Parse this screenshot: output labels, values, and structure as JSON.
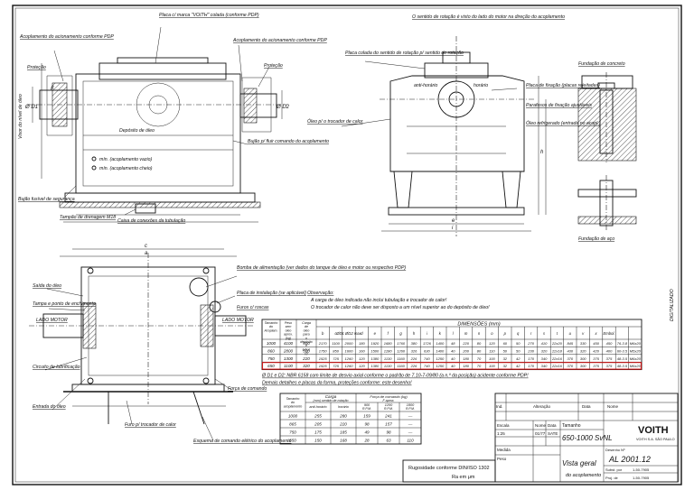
{
  "drawing": {
    "side_view_labels": {
      "seal": "Placa c/ marca \"VOITH\" colada (conforme PDP)",
      "coupling_guard": "Acoplamento do acionamento conforme PDP",
      "protection_left": "Proteção",
      "motor_coupling": "Acoplamento do acionamento conforme PDP",
      "protection_right": "Proteção",
      "oil_tank": "Depósito de óleo",
      "min_empty": "mín. (acoplamento vazio)",
      "min_full": "mín. (acoplamento cheio)",
      "filler_cap": "Bujão p/ fluir comando do acoplamento",
      "fusible_plug": "Bujão fusível de segurança",
      "oil_drain": "Tampão de drenagem M18",
      "terminal_box": "Caixa de conexões da tubulação",
      "oil_level": "Visor do nível de óleo",
      "f_label": "F",
      "d1_label": "Ø D1",
      "d2_label": "Ø D2"
    },
    "front_view_labels": {
      "rotation_note": "O sentido de rotação é visto do lado do motor na direção do acoplamento",
      "bracket": "Placa colada do sentido de rotação p/ sentido de rotação",
      "oil_cooler": "Óleo p/ o trocador de calor",
      "anti_clock": "anti-horário",
      "clock": "horário",
      "bolt_plate": "Placa de fixação (placas rejeitadas)",
      "dowel": "Parafusos de fixação ajustáveis",
      "oil_cooled": "Óleo refrigerado (entrada no acopl.)",
      "foundation_concrete": "Fundação de concreto",
      "foundation_steel": "Fundação de aço"
    },
    "plan_view_labels": {
      "power_supply": "Bomba de alimentação (ver dados do tanque de óleo e motor ou respectivo PDP)",
      "oil_outlet": "Saída do óleo",
      "fill_connection": "Tampa e ponto de enchimento",
      "lado_motor_left": "LADO MOTOR",
      "lado_motor_right": "LADO MOTOR",
      "plate_marking": "Placa de instalação (se aplicável)",
      "lubrication_circuit": "Circuito de lubrificação",
      "oil_inlet": "Entrada do óleo",
      "fixing_screws": "Furos c/ roscas",
      "control_force": "Força de comando",
      "electric_control": "Esquema de comando elétrico do acoplamento",
      "cooler_ref": "Furo p/ trocador de calor",
      "note_title": "Observação:",
      "note_1": "A carga de óleo indicada não inclui tubulação e trocador de calor!",
      "note_2": "O trocador de calor não deve ser disposto a um nível superior ao do depósito de óleo!"
    },
    "digitalizado": "DIGITALIZADO"
  },
  "dimension_table": {
    "title": "DIMENSÕES (mm)",
    "head_left": [
      "Tamanho do Acoplam.",
      "Peso sem óleo aprox. (kg)",
      "Carga de óleo para o depósito e tubul. (l)"
    ],
    "head_cols": [
      "b",
      "c",
      "ØD1 ØD2 max",
      "d",
      "e",
      "f",
      "g",
      "h",
      "i",
      "k",
      "l",
      "m",
      "n",
      "o",
      "p",
      "q",
      "r",
      "s",
      "t",
      "u",
      "v",
      "x",
      "Embol."
    ],
    "rows": [
      {
        "size": "1000",
        "weight": "4100",
        "oil": "500",
        "cells": [
          "2170",
          "1100",
          "2000",
          "180",
          "1920",
          "1680",
          "1760",
          "380",
          "1726",
          "1400",
          "48",
          "220",
          "80",
          "120",
          "60",
          "50",
          "270",
          "410",
          "22x20",
          "845",
          "330",
          "450",
          "450",
          "76-3.8",
          "M6x20"
        ],
        "highlight": false
      },
      {
        "size": "860",
        "weight": "2800",
        "oil": "500",
        "cells": [
          "1750",
          "850",
          "1600",
          "160",
          "1500",
          "1280",
          "1260",
          "326",
          "630",
          "1400",
          "40",
          "200",
          "80",
          "110",
          "50",
          "50",
          "230",
          "320",
          "22x18",
          "430",
          "320",
          "420",
          "400",
          "60-3.5",
          "M5x20"
        ],
        "highlight": false
      },
      {
        "size": "750",
        "weight": "1300",
        "oil": "220",
        "cells": [
          "1525",
          "725",
          "1260",
          "120",
          "1380",
          "1130",
          "1160",
          "226",
          "740",
          "1250",
          "40",
          "180",
          "70",
          "100",
          "32",
          "42",
          "170",
          "340",
          "22x16",
          "370",
          "300",
          "375",
          "375",
          "48-3.5",
          "M6x20"
        ],
        "highlight": false
      },
      {
        "size": "650",
        "weight": "1100",
        "oil": "320",
        "cells": [
          "1525",
          "725",
          "1260",
          "120",
          "1380",
          "1130",
          "1160",
          "226",
          "740",
          "1250",
          "40",
          "180",
          "70",
          "100",
          "32",
          "42",
          "170",
          "340",
          "22x16",
          "370",
          "300",
          "375",
          "375",
          "48-3.5",
          "M6x20"
        ],
        "highlight": true
      }
    ],
    "footnote_1": "Ø D1 e D2: NBR 6158 com limite de desvio axial conforme o padrão de 7.10-7-09/80 (a n.º da posição) acidente conforme PDP!",
    "footnote_2": "Demais detalhes e placas da forma, proteções conforme: este desenho!"
  },
  "force_table": {
    "col1": "Tamanho do acoplamento",
    "carga_title": "Carga (mm) sentido de rotação",
    "carga_cols": [
      "anti-horário",
      "horário"
    ],
    "force_title": "Força de comando (kg) F aprox.",
    "force_cols": [
      "900 R.P.M.",
      "1200 R.P.M.",
      "1800 R.P.M."
    ],
    "rows": [
      [
        "1000",
        "255",
        "280",
        "159",
        "241",
        "—"
      ],
      [
        "865",
        "205",
        "220",
        "98",
        "157",
        "—"
      ],
      [
        "750",
        "175",
        "185",
        "49",
        "98",
        "—"
      ],
      [
        "650",
        "150",
        "168",
        "28",
        "63",
        "110"
      ]
    ]
  },
  "title_block": {
    "rugosidade": "Rugosidade conforme DIN/ISO 1302",
    "rugosidade_sym": "Ra em μm",
    "tamanho_label": "Tamanho",
    "tamanho_value": "650-1000 SvNL",
    "vista_geral": "Vista geral",
    "do_acoplamento": "do acoplamento",
    "company": "VOITH",
    "company_sub": "VOITH S.A. SÃO PAULO",
    "drawing_no": "AL 2001.12",
    "revision_hdr": [
      "Ind.",
      "Alteração",
      "Data",
      "Nome"
    ],
    "material_hdr": [
      "Escala",
      "Nome",
      "Data"
    ],
    "rev_code": "1:25",
    "date_1": "01/77",
    "name_1": "SATE",
    "subst": "Subst. por",
    "subst_value": "1-50-7905",
    "proj": "Proj. de",
    "proj_value": "1-50-7905",
    "desenho": "Desenho Nº",
    "medida": "Medida",
    "peso": "Peso"
  },
  "colors": {
    "ink": "#111111",
    "highlight": "#d01818",
    "paper": "#ffffff"
  }
}
